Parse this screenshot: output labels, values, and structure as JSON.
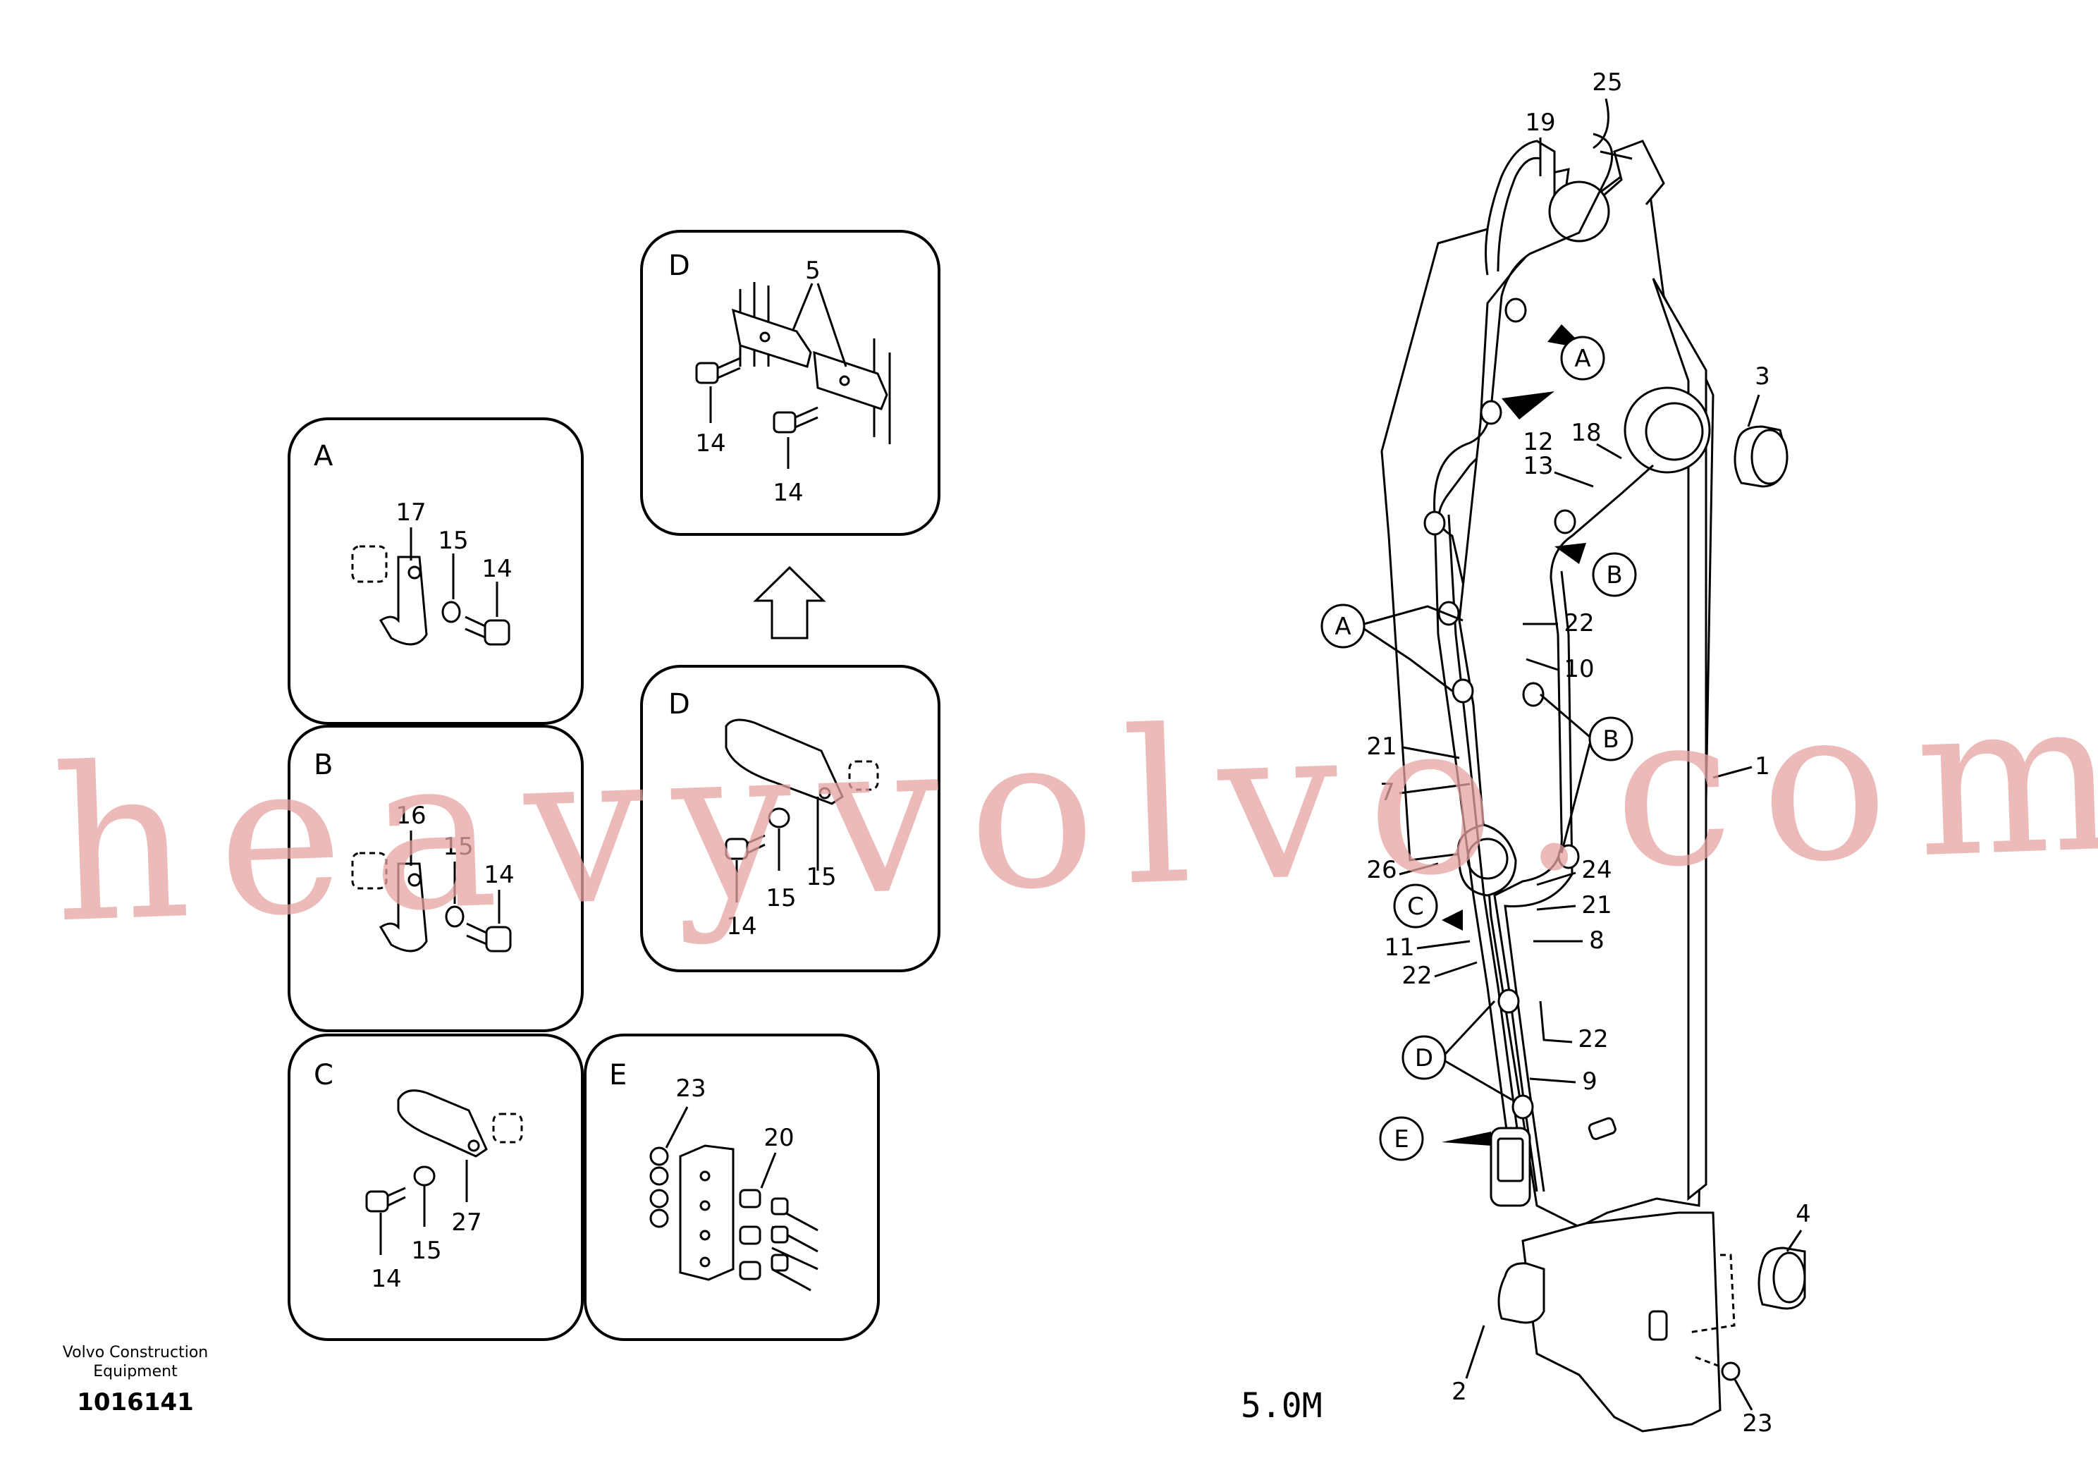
{
  "watermark": "heavyvolvo.com",
  "publisher": {
    "line1": "Volvo Construction",
    "line2": "Equipment"
  },
  "drawing_number": "1016141",
  "scale_label": "5.0M",
  "detail_views": {
    "top_d": {
      "letter": "D",
      "labels": [
        "5",
        "14",
        "14"
      ]
    },
    "a": {
      "letter": "A",
      "labels": [
        "17",
        "15",
        "14"
      ]
    },
    "b": {
      "letter": "B",
      "labels": [
        "16",
        "15",
        "14"
      ]
    },
    "mid_d": {
      "letter": "D",
      "labels": [
        "15",
        "14",
        "15"
      ]
    },
    "c": {
      "letter": "C",
      "labels": [
        "27",
        "15",
        "14"
      ]
    },
    "e": {
      "letter": "E",
      "labels": [
        "23",
        "20"
      ]
    }
  },
  "main_callouts": {
    "circled": [
      "A",
      "B",
      "A",
      "B",
      "C",
      "D",
      "E"
    ],
    "numbers": [
      "25",
      "19",
      "3",
      "18",
      "12",
      "13",
      "22",
      "10",
      "21",
      "7",
      "1",
      "26",
      "24",
      "21",
      "11",
      "8",
      "22",
      "22",
      "9",
      "4",
      "2",
      "23"
    ]
  }
}
